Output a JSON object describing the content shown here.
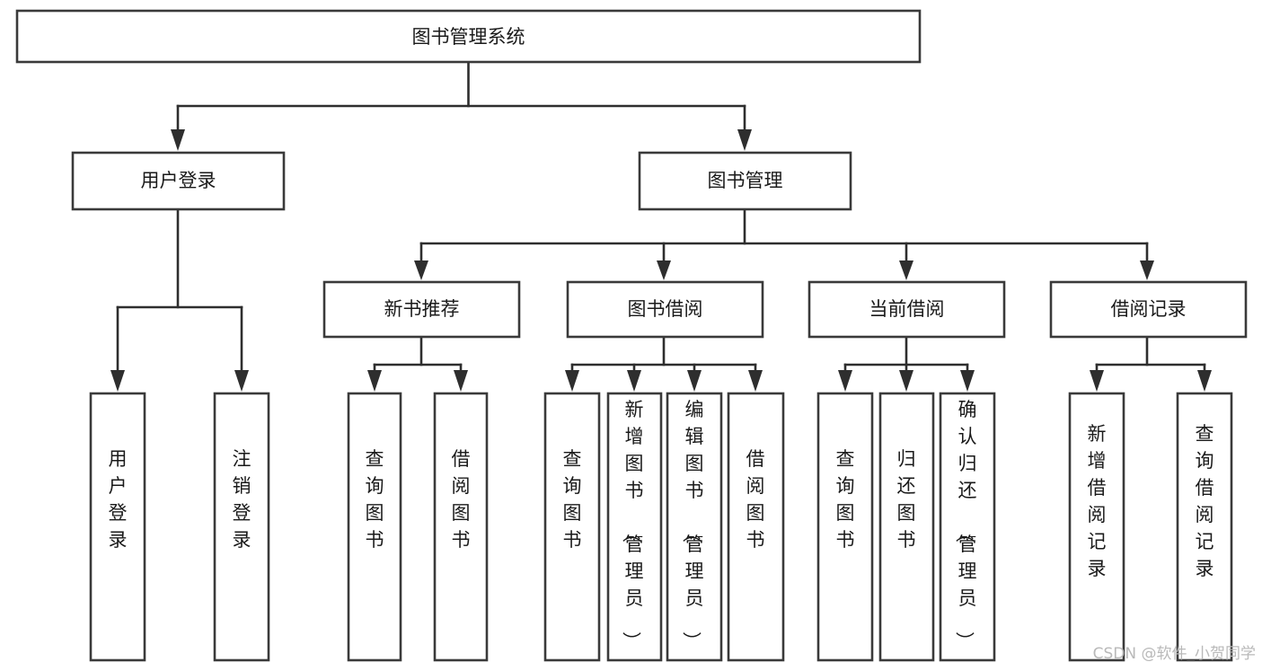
{
  "diagram": {
    "title": "图书管理系统",
    "type": "tree-hierarchy-diagram",
    "orientation": "top-down",
    "colors": {
      "box_fill": "#ffffff",
      "box_stroke": "#3a3a3a",
      "connector": "#2e2e2e",
      "text": "#1a1a1a",
      "watermark": "#b9b9b9",
      "background": "#ffffff"
    },
    "levels": [
      {
        "level": 1,
        "nodes": [
          {
            "id": "root",
            "label": "图书管理系统",
            "orientation": "horizontal"
          }
        ]
      },
      {
        "level": 2,
        "nodes": [
          {
            "id": "user-login",
            "label": "用户登录",
            "orientation": "horizontal",
            "parent": "root"
          },
          {
            "id": "book-manage",
            "label": "图书管理",
            "orientation": "horizontal",
            "parent": "root"
          }
        ]
      },
      {
        "level": 3,
        "nodes": [
          {
            "id": "new-book-rec",
            "label": "新书推荐",
            "orientation": "horizontal",
            "parent": "book-manage"
          },
          {
            "id": "book-borrow",
            "label": "图书借阅",
            "orientation": "horizontal",
            "parent": "book-manage"
          },
          {
            "id": "current-borrow",
            "label": "当前借阅",
            "orientation": "horizontal",
            "parent": "book-manage"
          },
          {
            "id": "borrow-record",
            "label": "借阅记录",
            "orientation": "horizontal",
            "parent": "book-manage"
          }
        ]
      },
      {
        "level": 4,
        "nodes": [
          {
            "id": "leaf-user-login",
            "label": "用户登录",
            "orientation": "vertical",
            "parent": "user-login"
          },
          {
            "id": "leaf-logout",
            "label": "注销登录",
            "orientation": "vertical",
            "parent": "user-login"
          },
          {
            "id": "leaf-query-book-1",
            "label": "查询图书",
            "orientation": "vertical",
            "parent": "new-book-rec"
          },
          {
            "id": "leaf-borrow-book-1",
            "label": "借阅图书",
            "orientation": "vertical",
            "parent": "new-book-rec"
          },
          {
            "id": "leaf-query-book-2",
            "label": "查询图书",
            "orientation": "vertical",
            "parent": "book-borrow"
          },
          {
            "id": "leaf-add-book",
            "label": "新增图书（管理员）",
            "orientation": "vertical",
            "parent": "book-borrow"
          },
          {
            "id": "leaf-edit-book",
            "label": "编辑图书（管理员）",
            "orientation": "vertical",
            "parent": "book-borrow"
          },
          {
            "id": "leaf-borrow-book-2",
            "label": "借阅图书",
            "orientation": "vertical",
            "parent": "book-borrow"
          },
          {
            "id": "leaf-query-book-3",
            "label": "查询图书",
            "orientation": "vertical",
            "parent": "current-borrow"
          },
          {
            "id": "leaf-return-book",
            "label": "归还图书",
            "orientation": "vertical",
            "parent": "current-borrow"
          },
          {
            "id": "leaf-confirm-return",
            "label": "确认归还（管理员）",
            "orientation": "vertical",
            "parent": "current-borrow"
          },
          {
            "id": "leaf-add-record",
            "label": "新增借阅记录",
            "orientation": "vertical",
            "parent": "borrow-record"
          },
          {
            "id": "leaf-query-record",
            "label": "查询借阅记录",
            "orientation": "vertical",
            "parent": "borrow-record"
          }
        ]
      }
    ],
    "watermark": "CSDN @软件_小贺同学"
  }
}
